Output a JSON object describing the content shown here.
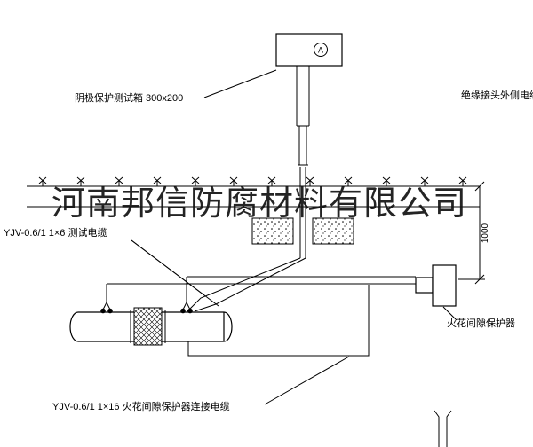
{
  "drawing": {
    "watermark": "河南邦信防腐材料有限公司",
    "labels": {
      "test_box": "阴极保护测试箱 300x200",
      "outside_cable": "绝缘接头外侧电缆",
      "test_cable": "YJV-0.6/1 1×6  测试电缆",
      "spark_protector": "火花间隙保护器",
      "protector_cable": "YJV-0.6/1 1×16  火花间隙保护器连接电缆",
      "dimension_1000": "1000",
      "meter_letter": "A"
    },
    "colors": {
      "line": "#000000",
      "background": "#ffffff",
      "watermark": "#121212"
    }
  }
}
